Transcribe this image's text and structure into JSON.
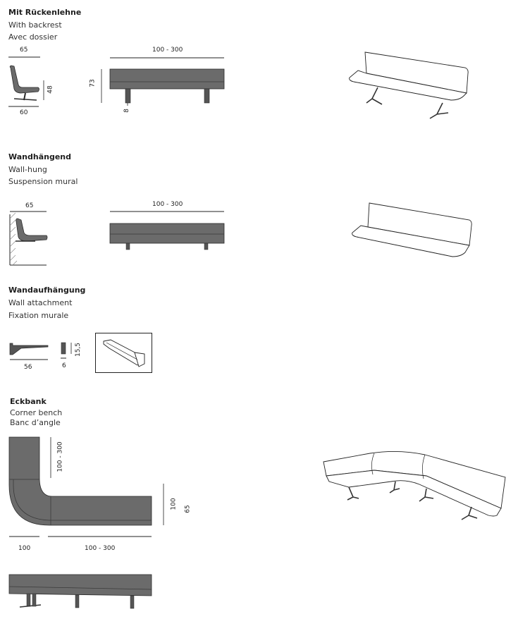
{
  "sections": {
    "backrest": {
      "title": "Mit Rückenlehne",
      "lines": [
        "With backrest",
        "Avec dossier"
      ],
      "dims": {
        "depth_top": "65",
        "depth_bottom": "60",
        "seat_height": "48",
        "width": "100 - 300",
        "total_height": "73",
        "leg": "8"
      }
    },
    "wallhung": {
      "title": "Wandhängend",
      "lines": [
        "Wall-hung",
        "Suspension mural"
      ],
      "dims": {
        "depth": "65",
        "width": "100 - 300"
      }
    },
    "wallattach": {
      "title": "Wandaufhängung",
      "lines": [
        "Wall attachment",
        "Fixation murale"
      ],
      "dims": {
        "length": "56",
        "thickness": "6",
        "height": "15,5"
      }
    },
    "corner": {
      "title": "Eckbank",
      "lines": [
        "Corner bench",
        "Banc d’angle"
      ],
      "dims": {
        "arm_length": "100 - 300",
        "corner": "100",
        "bottom_width": "100 - 300",
        "right_depth": "100",
        "right_seat": "65"
      }
    }
  },
  "colors": {
    "bench_fill": "#6b6b6b",
    "bench_dark": "#3a3a3a",
    "line": "#222222"
  }
}
